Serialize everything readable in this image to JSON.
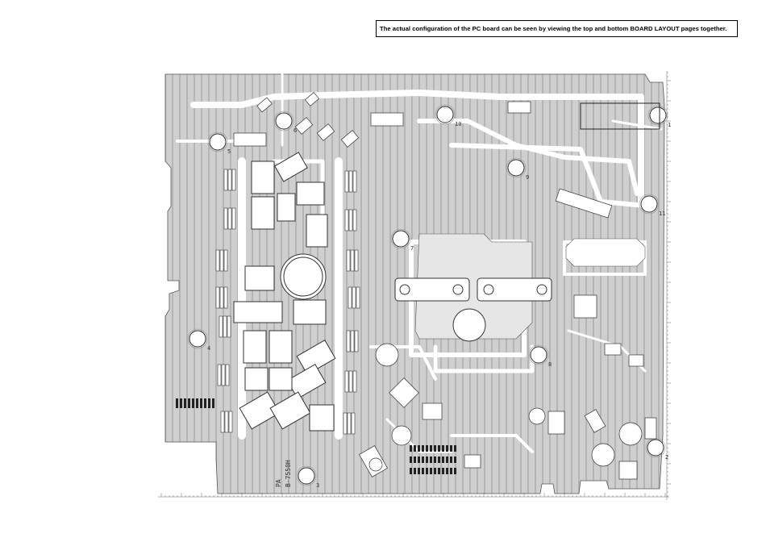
{
  "note": {
    "text": "The actual configuration of the PC board can be seen by viewing the top and bottom BOARD LAYOUT pages together."
  },
  "board": {
    "silkscreen": "PA",
    "part_number": "B-7550H",
    "mount_labels": [
      "1",
      "2",
      "3",
      "4",
      "5",
      "6",
      "7",
      "8",
      "9",
      "10",
      "11"
    ],
    "colors": {
      "board_fill": "#cfcfcf",
      "trace_fill": "#ffffff",
      "outline": "#555555",
      "ground_stripe": "#b5b5b5"
    }
  }
}
